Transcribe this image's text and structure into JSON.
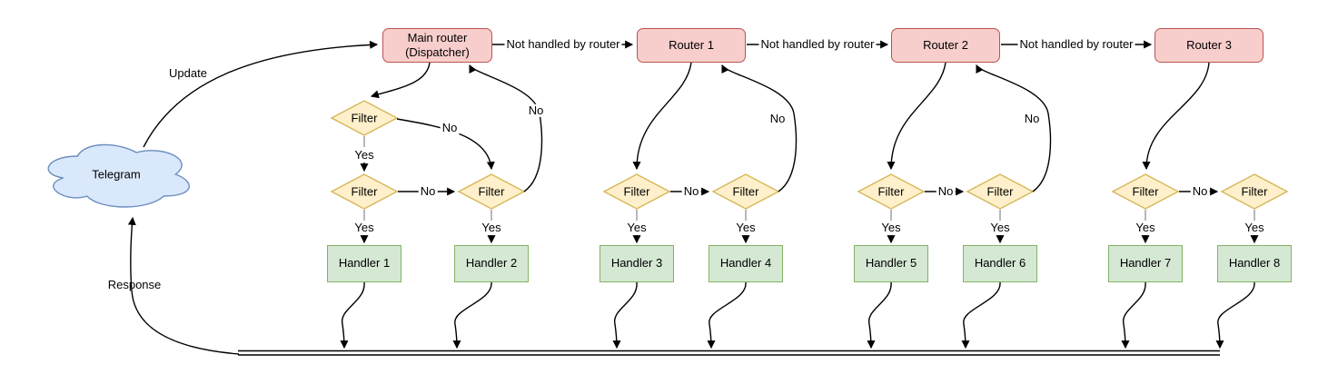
{
  "diagram": {
    "cloud": {
      "label": "Telegram"
    },
    "routers": [
      {
        "label": "Main router\n(Dispatcher)"
      },
      {
        "label": "Router 1"
      },
      {
        "label": "Router 2"
      },
      {
        "label": "Router 3"
      }
    ],
    "handlers": [
      {
        "label": "Handler 1"
      },
      {
        "label": "Handler 2"
      },
      {
        "label": "Handler 3"
      },
      {
        "label": "Handler 4"
      },
      {
        "label": "Handler 5"
      },
      {
        "label": "Handler 6"
      },
      {
        "label": "Handler 7"
      },
      {
        "label": "Handler 8"
      }
    ],
    "labels": {
      "filter": "Filter",
      "yes": "Yes",
      "no": "No",
      "not_handled": "Not handled by router",
      "update": "Update",
      "response": "Response"
    },
    "colors": {
      "cloud_fill": "#dae8fc",
      "cloud_stroke": "#6c8ebf",
      "router_fill": "#f8cecc",
      "router_stroke": "#b85450",
      "filter_fill": "#fff0cb",
      "filter_stroke": "#d6b656",
      "handler_fill": "#d5e8d4",
      "handler_stroke": "#82b366",
      "line": "#000000",
      "stub": "#999999"
    }
  }
}
